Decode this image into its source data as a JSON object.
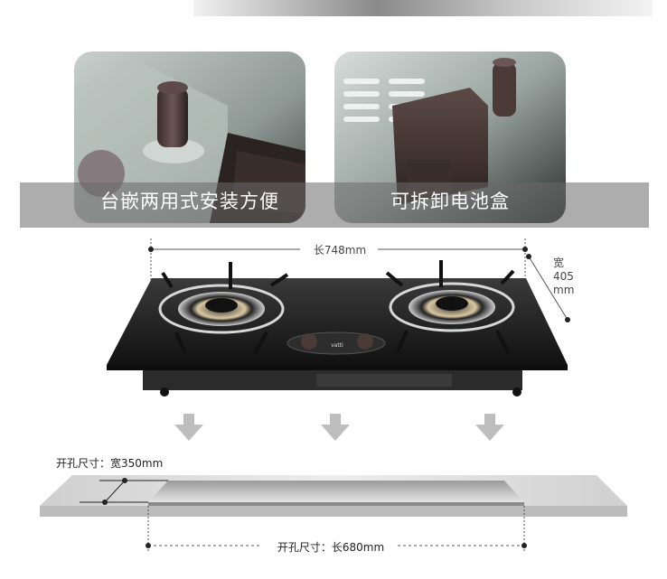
{
  "features": [
    {
      "caption": "台嵌两用式安装方便",
      "icon": "knob-closeup"
    },
    {
      "caption": "可拆卸电池盒",
      "icon": "battery-box-closeup"
    }
  ],
  "dimensions": {
    "length": "长748mm",
    "width_lines": [
      "宽",
      "405",
      "mm"
    ]
  },
  "product": {
    "brand_mark": "vatti"
  },
  "cutout": {
    "width_label": "开孔尺寸：宽350mm",
    "length_label": "开孔尺寸：长680mm"
  },
  "colors": {
    "caption_band": "#6a6a6a",
    "arrow": "#bdbdbd",
    "glass": "#1c1c1c"
  }
}
